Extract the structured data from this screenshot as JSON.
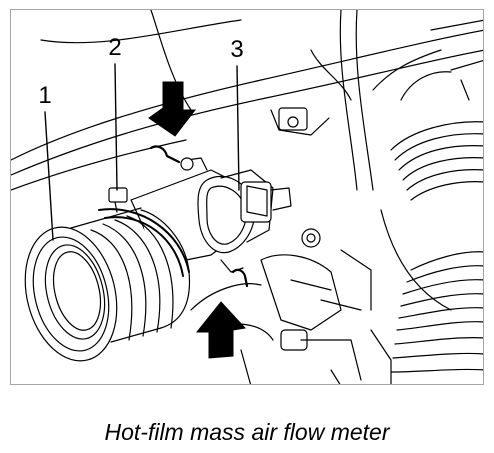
{
  "figure": {
    "callouts": [
      {
        "label": "1",
        "part": "air-intake-hose"
      },
      {
        "label": "2",
        "part": "hose-clamp"
      },
      {
        "label": "3",
        "part": "electrical-connector"
      }
    ],
    "arrows": [
      {
        "direction": "down",
        "icon": "arrow-down-icon"
      },
      {
        "direction": "up",
        "icon": "arrow-up-icon"
      }
    ],
    "colors": {
      "line": "#000000",
      "frame": "#a6a6a6",
      "arrow_fill": "#000000",
      "background": "#ffffff"
    }
  },
  "caption": "Hot-film mass air flow meter"
}
